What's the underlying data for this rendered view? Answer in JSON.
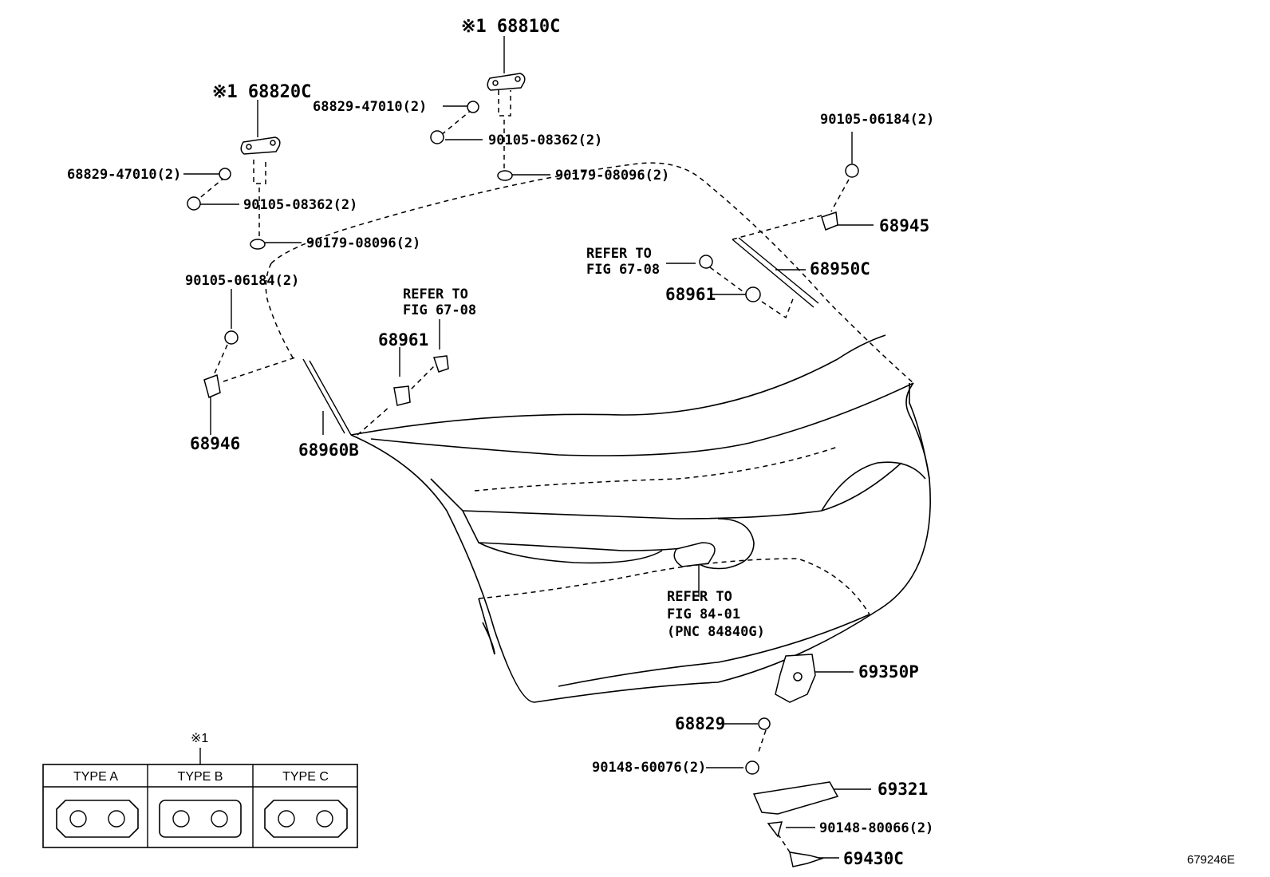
{
  "figure_ref": "679246E",
  "callouts": {
    "c68810c": "※1 68810C",
    "c68820c": "※1 68820C",
    "c68829_a": "68829-47010(2)",
    "c68829_b": "68829-47010(2)",
    "c90105_08362_a": "90105-08362(2)",
    "c90105_08362_b": "90105-08362(2)",
    "c90179_a": "90179-08096(2)",
    "c90179_b": "90179-08096(2)",
    "c90105_06184_a": "90105-06184(2)",
    "c90105_06184_b": "90105-06184(2)",
    "c68945": "68945",
    "c68950c": "68950C",
    "c68961_a": "68961",
    "c68961_b": "68961",
    "c68946": "68946",
    "c68960b": "68960B",
    "c69350p": "69350P",
    "c68829": "68829",
    "c90148_60076": "90148-60076(2)",
    "c69321": "69321",
    "c90148_80066": "90148-80066(2)",
    "c69430c": "69430C"
  },
  "refer_a": {
    "line1": "REFER TO",
    "line2": "FIG 67-08"
  },
  "refer_b": {
    "line1": "REFER TO",
    "line2": "FIG 67-08"
  },
  "refer_c": {
    "line1": "REFER TO",
    "line2": "FIG 84-01",
    "line3": "(PNC 84840G)"
  },
  "legend": {
    "marker": "※1",
    "types": [
      "TYPE A",
      "TYPE B",
      "TYPE C"
    ]
  }
}
